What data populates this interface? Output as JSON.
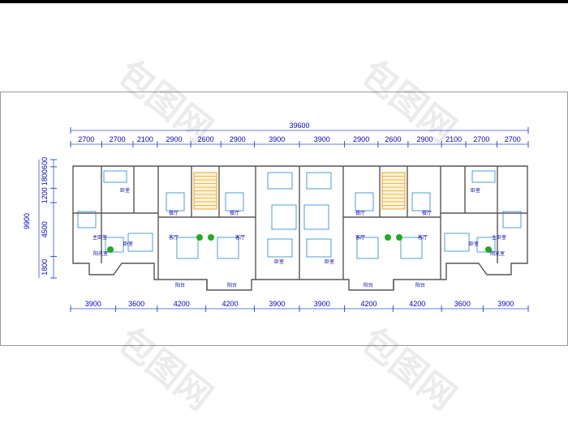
{
  "plan": {
    "total_width": "39600",
    "total_depth": "9900",
    "top_dims": [
      "2700",
      "2700",
      "2100",
      "2900",
      "2600",
      "2900",
      "3900",
      "3900",
      "2900",
      "2600",
      "2900",
      "2100",
      "2700",
      "2700"
    ],
    "bottom_dims": [
      "3900",
      "3600",
      "4200",
      "4200",
      "3900",
      "3900",
      "4200",
      "4200",
      "3600",
      "3900"
    ],
    "left_dims": [
      "600",
      "1800",
      "1200",
      "4500",
      "1800"
    ],
    "rooms": {
      "living": "客厅",
      "dining": "餐厅",
      "bedroom": "卧室",
      "master": "主卧室",
      "balcony": "阳台",
      "sunroom": "阳光室"
    }
  },
  "watermark": "包图网",
  "colors": {
    "dim_line": "#3355cc",
    "wall": "#555555",
    "furniture": "#2288cc",
    "stair": "#e8a020",
    "plant": "#22aa22"
  }
}
